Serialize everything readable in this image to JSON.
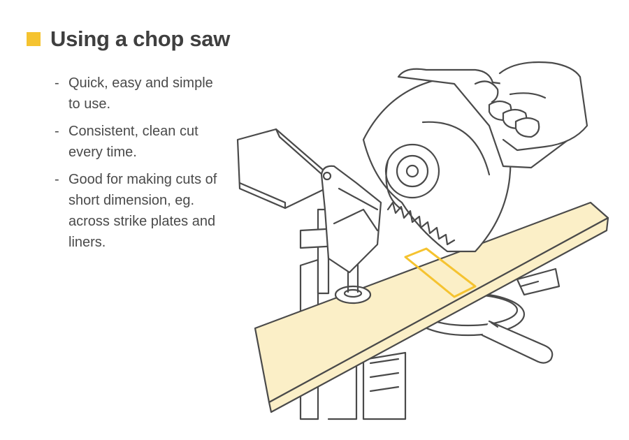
{
  "title": "Using a chop saw",
  "accent_color": "#f5c330",
  "wood_color": "#fbefc7",
  "line_color": "#4a4a4a",
  "bullets": [
    "Quick, easy and simple to use.",
    "Consistent, clean cut every time.",
    "Good for making cuts of short dimension, eg. across strike plates and liners."
  ],
  "bullet_marker": "-"
}
